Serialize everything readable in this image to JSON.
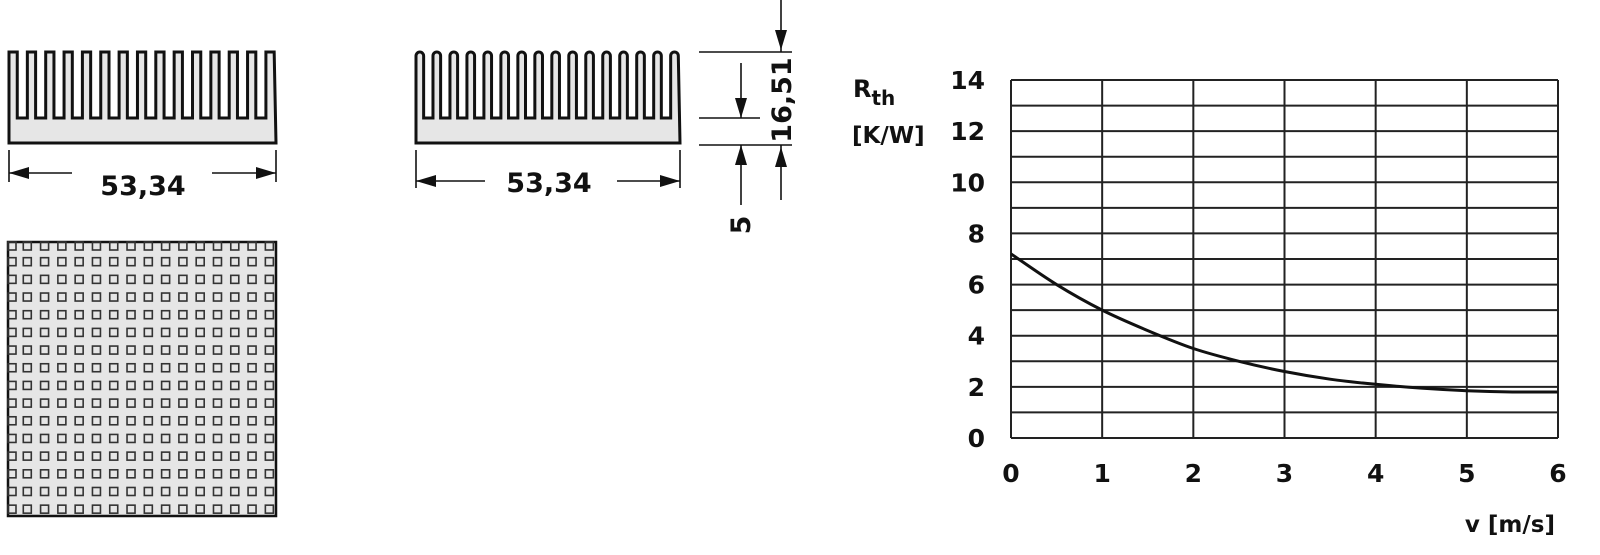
{
  "drawings": {
    "side_profile_width": "53,34",
    "front_profile_width": "53,34",
    "total_height": "16,51",
    "base_height": "5",
    "side_fin_count": 15,
    "front_fin_count": 16,
    "top_view_pin_grid": 15
  },
  "colors": {
    "fill": "#e6e6e6",
    "stroke": "#111111"
  },
  "chart_data": {
    "type": "line",
    "title": "",
    "ylabel_main": "R",
    "ylabel_sub": "th",
    "ylabel_unit": "[K/W]",
    "xlabel": "v [m/s]",
    "xlim": [
      0,
      6
    ],
    "ylim": [
      0,
      14
    ],
    "grid": true,
    "x_ticks": [
      "0",
      "1",
      "2",
      "3",
      "4",
      "5",
      "6"
    ],
    "y_ticks": [
      "0",
      "2",
      "4",
      "6",
      "8",
      "10",
      "12",
      "14"
    ],
    "series": [
      {
        "name": "Rth",
        "x": [
          0,
          0.5,
          1,
          1.5,
          2,
          2.5,
          3,
          3.5,
          4,
          4.5,
          5,
          5.5,
          6
        ],
        "y": [
          7.2,
          6.0,
          5.0,
          4.2,
          3.5,
          3.0,
          2.6,
          2.3,
          2.1,
          1.95,
          1.85,
          1.8,
          1.8
        ]
      }
    ]
  }
}
